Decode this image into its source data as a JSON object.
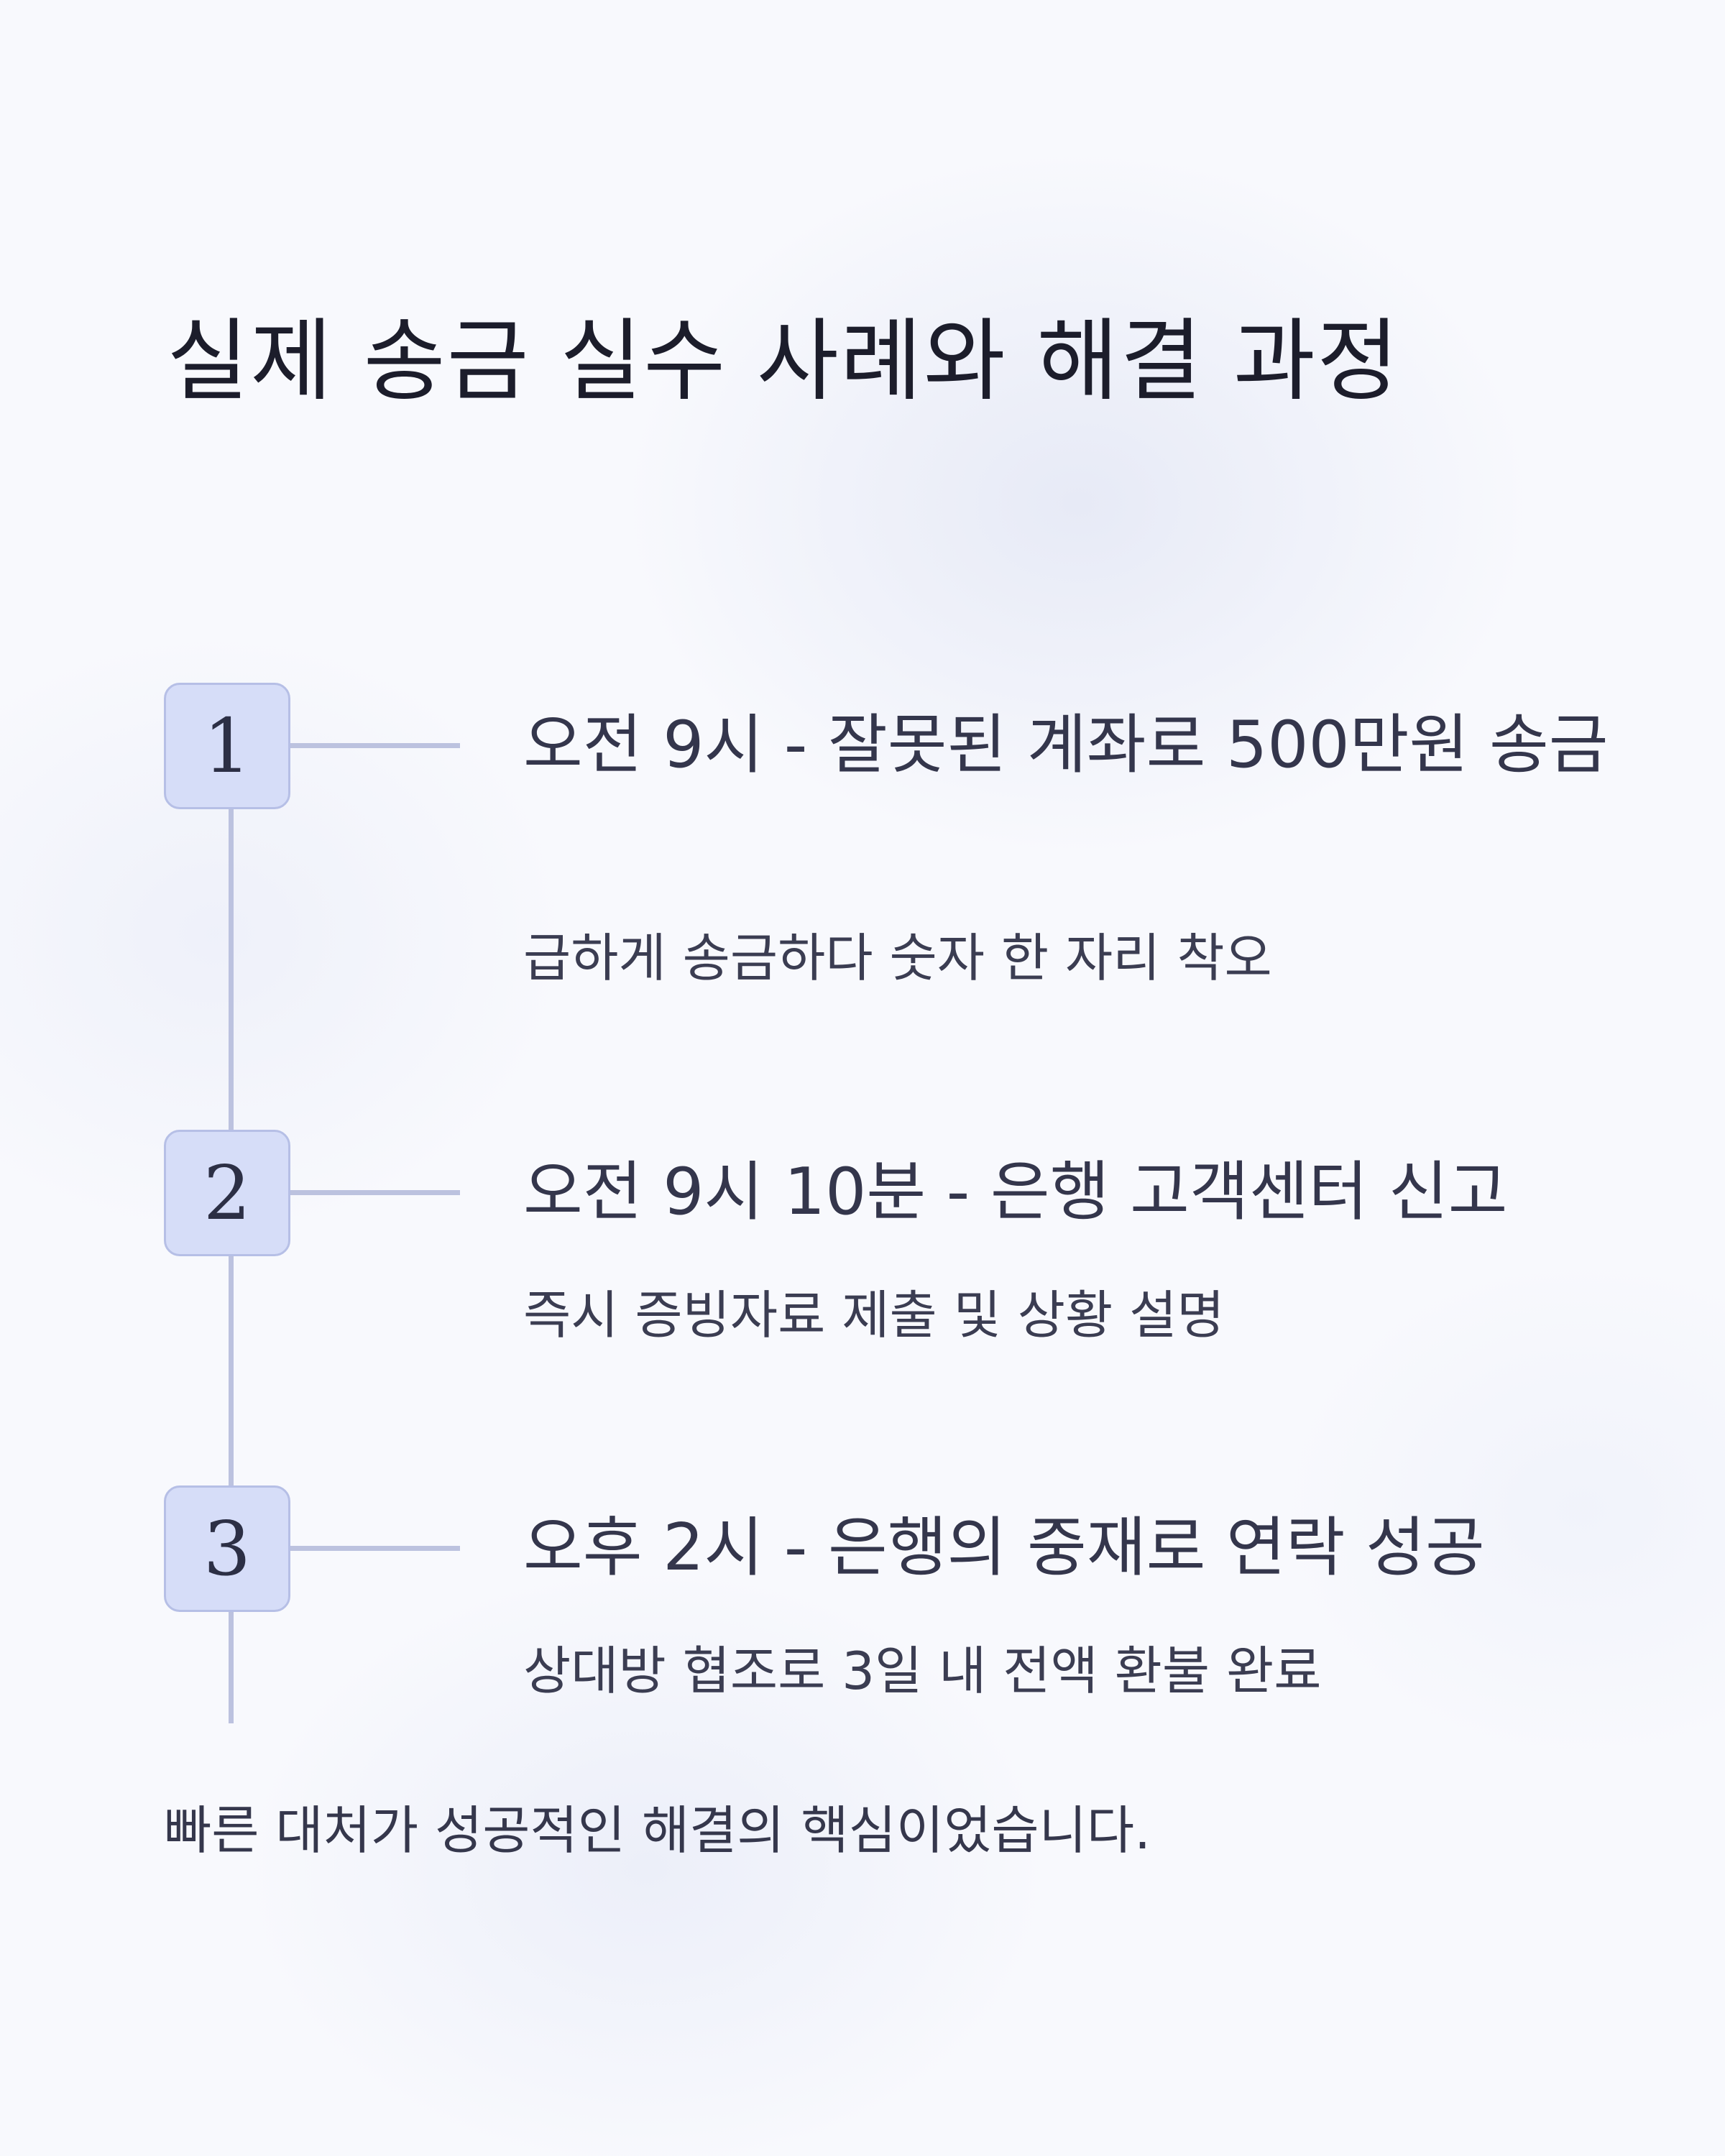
{
  "title": "실제 송금 실수 사례와 해결 과정",
  "steps": [
    {
      "number": "1",
      "heading": "오전 9시 - 잘못된 계좌로 500만원 송금",
      "description": "급하게 송금하다 숫자 한 자리 착오"
    },
    {
      "number": "2",
      "heading": "오전 9시 10분 - 은행 고객센터 신고",
      "description": "즉시 증빙자료 제출 및 상황 설명"
    },
    {
      "number": "3",
      "heading": "오후 2시 - 은행의 중재로 연락 성공",
      "description": "상대방 협조로 3일 내 전액 환불 완료"
    }
  ],
  "footer": "빠른 대처가 성공적인 해결의 핵심이었습니다."
}
